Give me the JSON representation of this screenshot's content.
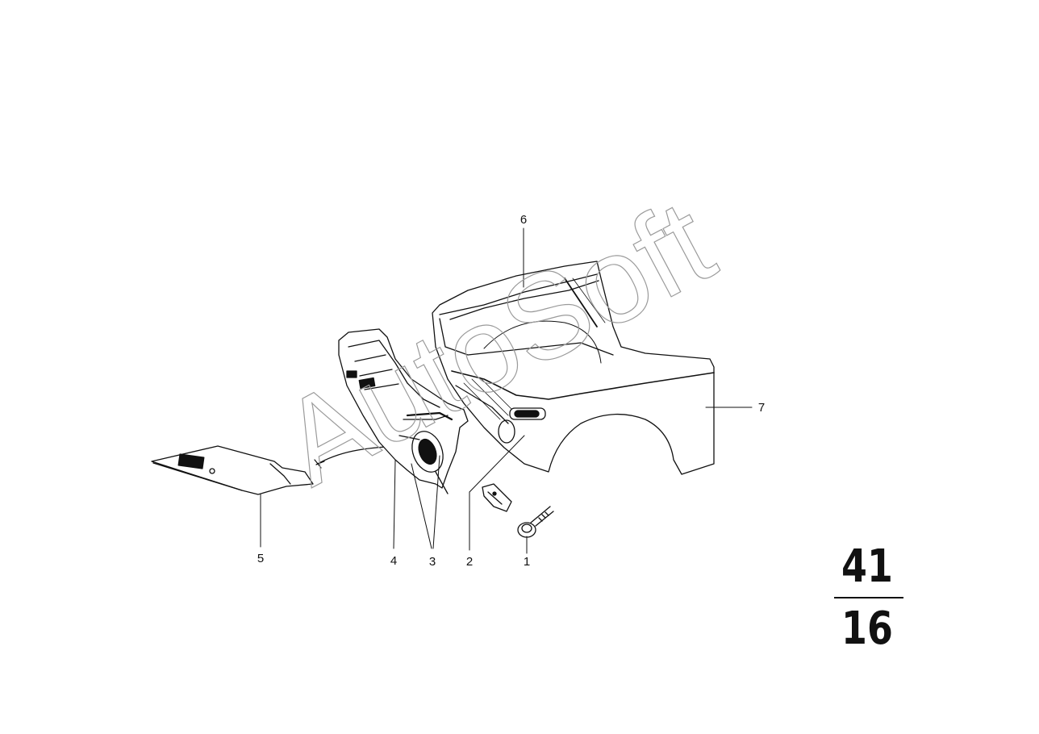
{
  "watermark": {
    "text": "AutoSoft"
  },
  "labels": {
    "l1": "1",
    "l2": "2",
    "l3": "3",
    "l4": "4",
    "l5": "5",
    "l6": "6",
    "l7": "7"
  },
  "page_number": {
    "top": "41",
    "bottom": "16"
  }
}
